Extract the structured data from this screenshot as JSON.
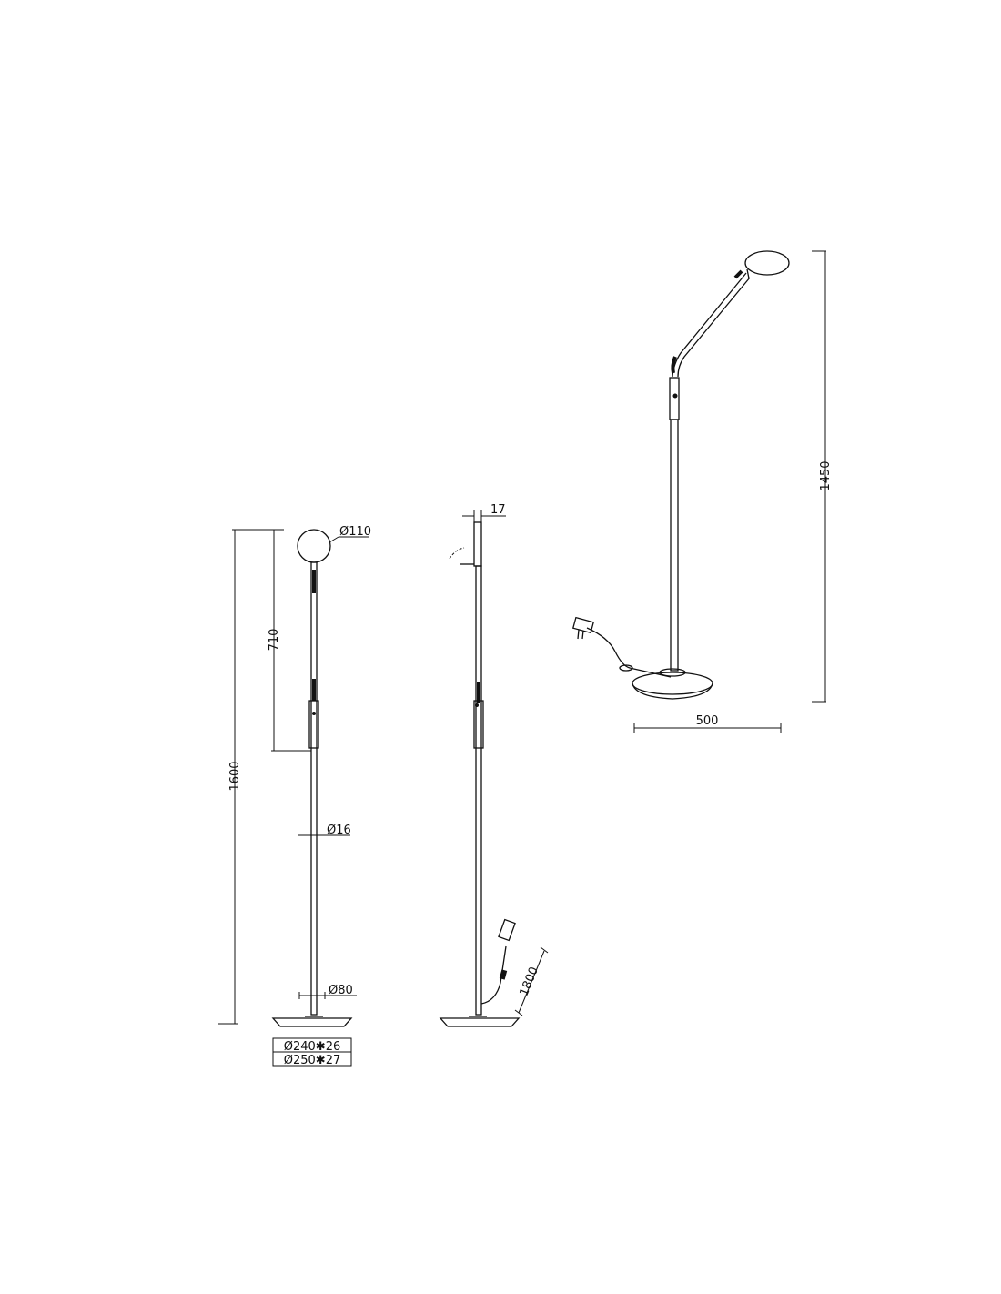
{
  "drawing": {
    "front_view": {
      "overall_height": "1600",
      "arm_length": "710",
      "head_diameter": "Ø110",
      "pole_diameter": "Ø16",
      "base_foot_diameter": "Ø80",
      "base_size_1": "Ø240✱26",
      "base_size_2": "Ø250✱27"
    },
    "side_view": {
      "head_thickness": "17",
      "cord_length": "1800"
    },
    "perspective_view": {
      "height": "1450",
      "reach": "500"
    }
  }
}
